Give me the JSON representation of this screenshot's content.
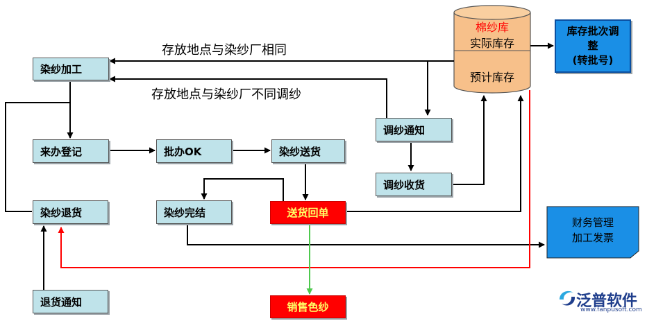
{
  "labels": {
    "same_location": "存放地点与染纱厂相同",
    "diff_location": "存放地点与染纱厂不同调纱"
  },
  "warehouse": {
    "name": "棉纱库",
    "actual": "实际库存",
    "forecast": "预计库存"
  },
  "nodes": {
    "dye_processing": "染纱加工",
    "register": "来办登记",
    "approve_ok": "批办OK",
    "dye_delivery": "染纱送货",
    "dye_complete": "染纱完结",
    "delivery_receipt": "送货回单",
    "dye_return": "染纱退货",
    "return_notice": "退货通知",
    "yarn_notice": "调纱通知",
    "yarn_receipt": "调纱收货",
    "sell_colored": "销售色纱"
  },
  "batch_adjust": {
    "line1": "库存批次调",
    "line2": "整",
    "line3": "(转批号)"
  },
  "finance": {
    "line1": "财务管理",
    "line2": "加工发票"
  },
  "logo": {
    "brand": "泛普软件",
    "url": "www.fanpusoft.com"
  },
  "colors": {
    "box_fill": "#bfe3ea",
    "red_box": "#ff0000",
    "red_text": "#ffff66",
    "blue_box": "#1a8fe6",
    "cylinder": "#f7c08a",
    "green_line": "#4ec94e",
    "red_line": "#ff0000"
  }
}
